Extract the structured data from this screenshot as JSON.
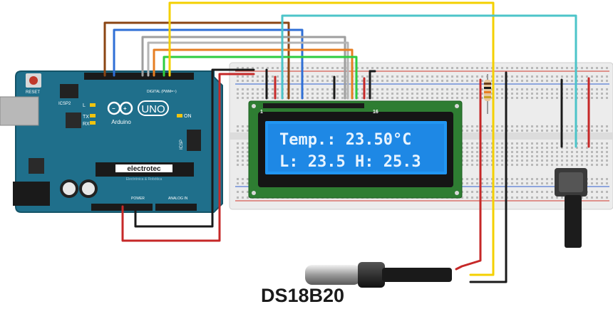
{
  "caption": "DS18B20",
  "lcd": {
    "line1": "Temp.: 23.50°C",
    "line2": "L: 23.5  H: 25.3",
    "pin_first": "1",
    "pin_last": "16"
  },
  "arduino": {
    "reset": "RESET",
    "icsp2": "ICSP2",
    "icsp": "ICSP",
    "model": "UNO",
    "brand": "Arduino",
    "on": "ON",
    "l": "L",
    "tx": "TX",
    "rx": "RX",
    "digital": "DIGITAL (PWM=~)",
    "power": "POWER",
    "analog": "ANALOG IN",
    "chip_label": "electrotec",
    "chip_sub": "Electrónica & Robótica"
  },
  "colors": {
    "board": "#1f6f8b",
    "lcd_frame": "#2e7d32",
    "lcd_screen": "#2196f3",
    "breadboard": "#ececec",
    "wire_red": "#c62828",
    "wire_black": "#1a1a1a",
    "wire_yellow": "#f4d000",
    "wire_cyan": "#4cc4c9",
    "wire_brown": "#8b4513",
    "wire_blue": "#2f6fd6",
    "wire_gray": "#9e9e9e",
    "wire_orange": "#e67e22",
    "wire_green": "#2ecc40"
  }
}
